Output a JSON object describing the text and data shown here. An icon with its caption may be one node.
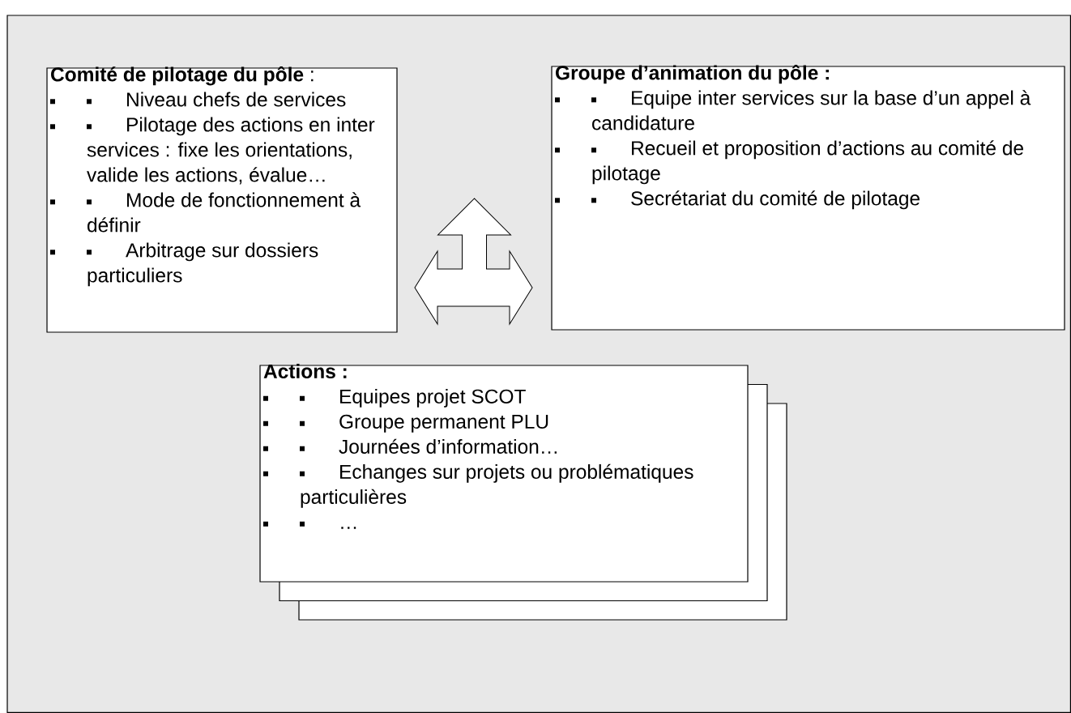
{
  "diagram": {
    "nodes": [
      {
        "text": [
          "**Comité de pilotage du pôle** :",
          "Niveau chefs de services",
          "Pilotage des actions en inter services : fixe les orientations, valide les actions, évalue…",
          "Mode de fonctionnement à définir",
          "Arbitrage sur dossiers particuliers"
        ]
      },
      {
        "text": [
          "Groupe d’animation du pôle :",
          "Equipe inter services sur la base d’un appel à candidature",
          "Recueil et proposition d’actions au comité de pilotage",
          "Secrétariat du comité de pilotage"
        ]
      },
      {
        "text": [
          "Actions :",
          "Equipes projet SCOT",
          "Groupe permanent PLU",
          "Journées d’information…",
          "Echanges sur projets ou problématiques particulières",
          "…"
        ]
      }
    ],
    "edges": [
      {
        "from": 0,
        "to": 1,
        "arrow": "both"
      }
    ]
  }
}
